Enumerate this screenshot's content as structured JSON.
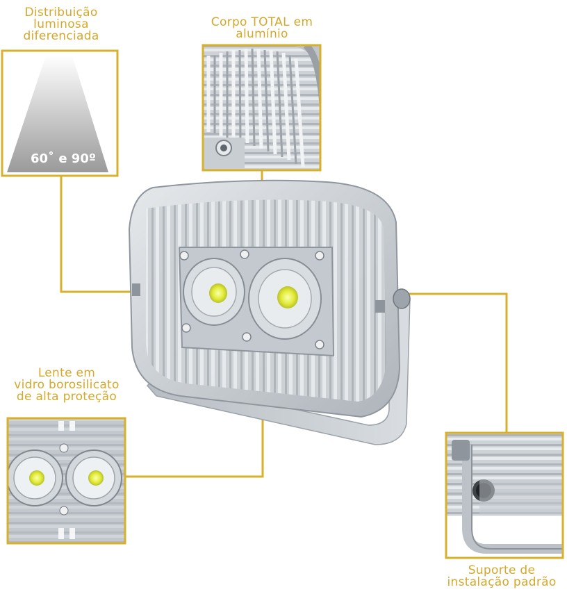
{
  "colors": {
    "accent": "#d7b02c",
    "label_text": "#d4a82a",
    "aluminium": "#c9ced3",
    "led": "#e8f06a"
  },
  "labels": {
    "distribution": [
      "Distribuição",
      "luminosa",
      "diferenciada"
    ],
    "body": [
      "Corpo TOTAL em",
      "alumínio"
    ],
    "lens": [
      "Lente em",
      "vidro borosilicato",
      "de alta proteção"
    ],
    "bracket": [
      "Suporte de",
      "instalação padrão"
    ]
  },
  "beam_angle": "60˚ e 90º"
}
